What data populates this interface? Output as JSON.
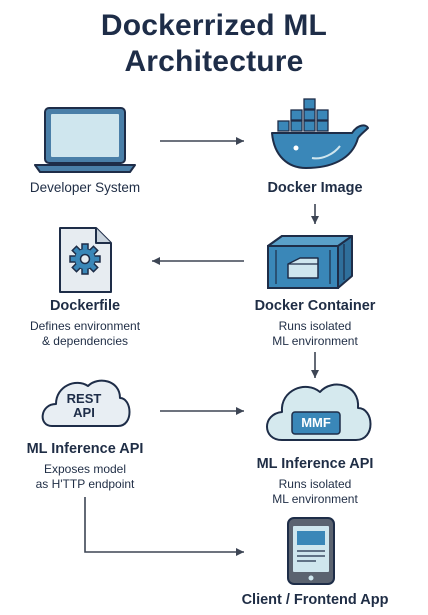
{
  "title": {
    "line1": "Dockerrized ML",
    "line2": "Architecture"
  },
  "nodes": {
    "developer_system": {
      "label": "Developer System"
    },
    "docker_image": {
      "label": "Docker Image"
    },
    "dockerfile": {
      "label": "Dockerfile",
      "desc_line1": "Defines environment",
      "desc_line2": "& dependencies"
    },
    "docker_container": {
      "label": "Docker Container",
      "desc_line1": "Runs isolated",
      "desc_line2": "ML environment"
    },
    "rest_api_left": {
      "icon_line1": "REST",
      "icon_line2": "API",
      "label": "ML Inference API",
      "desc_line1": "Exposes model",
      "desc_line2": "as H'TTP endpoint"
    },
    "mmf_right": {
      "icon_text": "MMF",
      "label": "ML Inference API",
      "desc_line1": "Runs isolated",
      "desc_line2": "ML environment"
    },
    "client": {
      "label": "Client / Frontend App"
    }
  },
  "colors": {
    "navy": "#1e2d48",
    "docker_blue": "#3a87b8",
    "light_blue": "#cfe6ee",
    "cloud_fill": "#d5e9ee",
    "gray": "#5b6370"
  }
}
